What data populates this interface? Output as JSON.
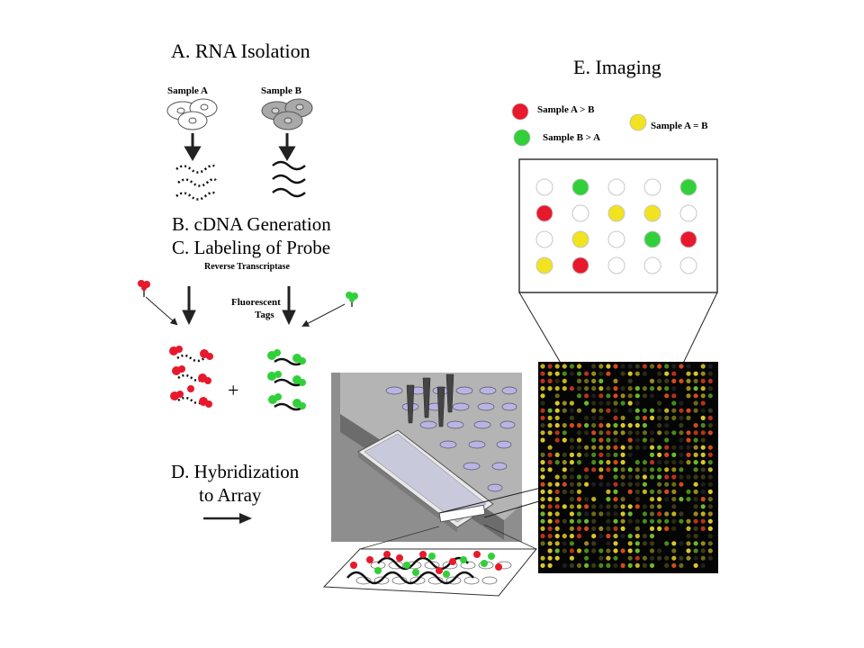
{
  "steps": {
    "a": "A.  RNA Isolation",
    "b": "B. cDNA Generation",
    "c": "C. Labeling of Probe",
    "d_line1": "D. Hybridization",
    "d_line2": "to Array",
    "e": "E.  Imaging"
  },
  "samples": {
    "a": "Sample A",
    "b": "Sample B"
  },
  "enzyme": "Reverse Transcriptase",
  "tags_line1": "Fluorescent",
  "tags_line2": "Tags",
  "plus": "+",
  "legend": [
    {
      "label": "Sample A > B",
      "color": "#e8192c"
    },
    {
      "label": "Sample B > A",
      "color": "#31d03a"
    },
    {
      "label": "Sample A = B",
      "color": "#f1e31f"
    }
  ],
  "spot_grid": [
    [
      "none",
      "green",
      "none",
      "none",
      "green"
    ],
    [
      "red",
      "none",
      "yellow",
      "yellow",
      "none"
    ],
    [
      "none",
      "yellow",
      "none",
      "green",
      "red"
    ],
    [
      "yellow",
      "red",
      "none",
      "none",
      "none"
    ]
  ],
  "colors": {
    "red": "#e8192c",
    "green": "#31d03a",
    "yellow": "#f1e31f",
    "none": "#ffffff",
    "cell": "#9a9a9a",
    "cell_dark": "#666666"
  }
}
